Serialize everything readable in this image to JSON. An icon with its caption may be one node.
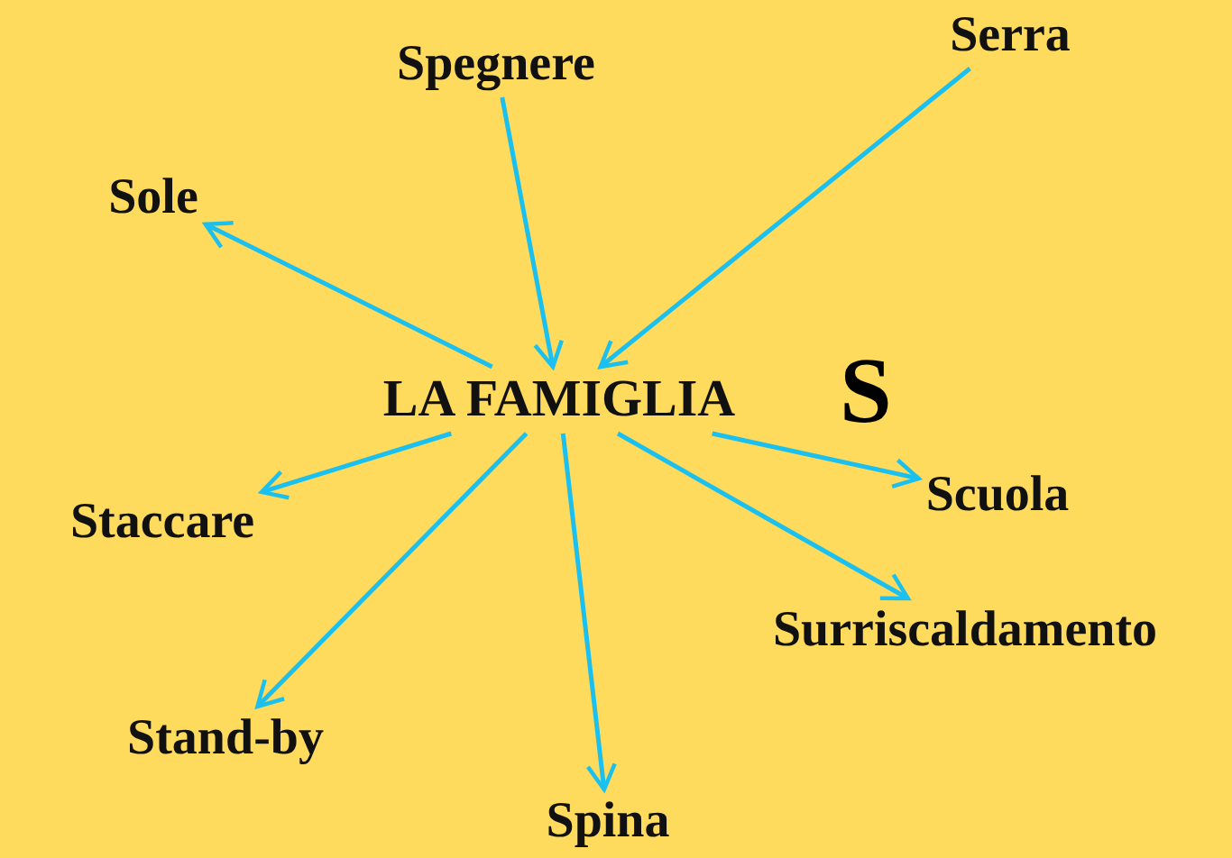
{
  "diagram": {
    "nodes": [
      {
        "text": [
          "LA FAMIGLIA"
        ]
      },
      {
        "text": [
          "Spegnere"
        ]
      },
      {
        "text": [
          "Serra"
        ]
      },
      {
        "text": [
          "Sole"
        ]
      },
      {
        "text": [
          "Staccare"
        ]
      },
      {
        "text": [
          "Scuola"
        ]
      },
      {
        "text": [
          "Surriscaldamento"
        ]
      },
      {
        "text": [
          "Stand-by"
        ]
      },
      {
        "text": [
          "Spina"
        ]
      }
    ],
    "edges": [
      {
        "from": 1,
        "to": 0,
        "arrow": "to"
      },
      {
        "from": 2,
        "to": 0,
        "arrow": "to"
      },
      {
        "from": 0,
        "to": 3,
        "arrow": "to"
      },
      {
        "from": 0,
        "to": 4,
        "arrow": "to"
      },
      {
        "from": 0,
        "to": 5,
        "arrow": "to"
      },
      {
        "from": 0,
        "to": 6,
        "arrow": "to"
      },
      {
        "from": 0,
        "to": 7,
        "arrow": "to"
      },
      {
        "from": 0,
        "to": 8,
        "arrow": "to"
      }
    ],
    "labels": [
      "S"
    ]
  }
}
